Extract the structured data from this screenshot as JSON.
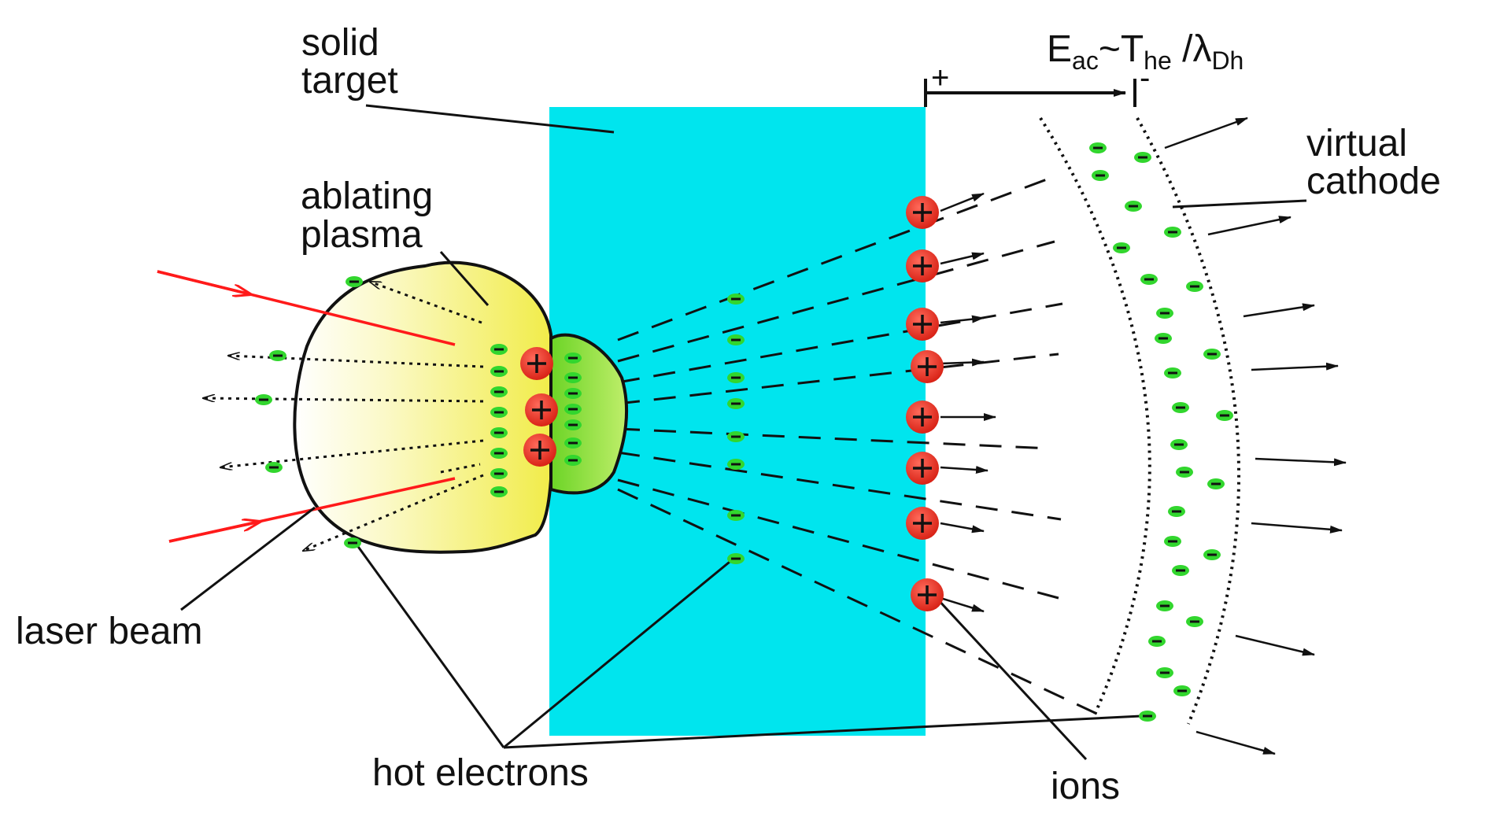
{
  "labels": {
    "solid_target_1": "solid",
    "solid_target_2": "target",
    "ablating_1": "ablating",
    "ablating_2": "plasma",
    "virtual_1": "virtual",
    "virtual_2": "cathode",
    "laser_beam": "laser beam",
    "hot_electrons": "hot electrons",
    "ions": "ions"
  },
  "formula": {
    "E": "E",
    "E_sub": "ac",
    "tilde_T": "~T",
    "T_sub": "he",
    "slash_lambda": " /λ",
    "lambda_sub": "Dh"
  },
  "polarity": {
    "plus": "+",
    "minus": "-"
  },
  "colors": {
    "target": "#00e5ee",
    "plasma_outer": "#f4f060",
    "plasma_inner": "#74dd2a",
    "laser": "#ff1a1a",
    "ion": "#e8281c",
    "electron": "#32d62e"
  },
  "icons": {
    "ion": "plus-circle",
    "electron": "minus-pill"
  }
}
